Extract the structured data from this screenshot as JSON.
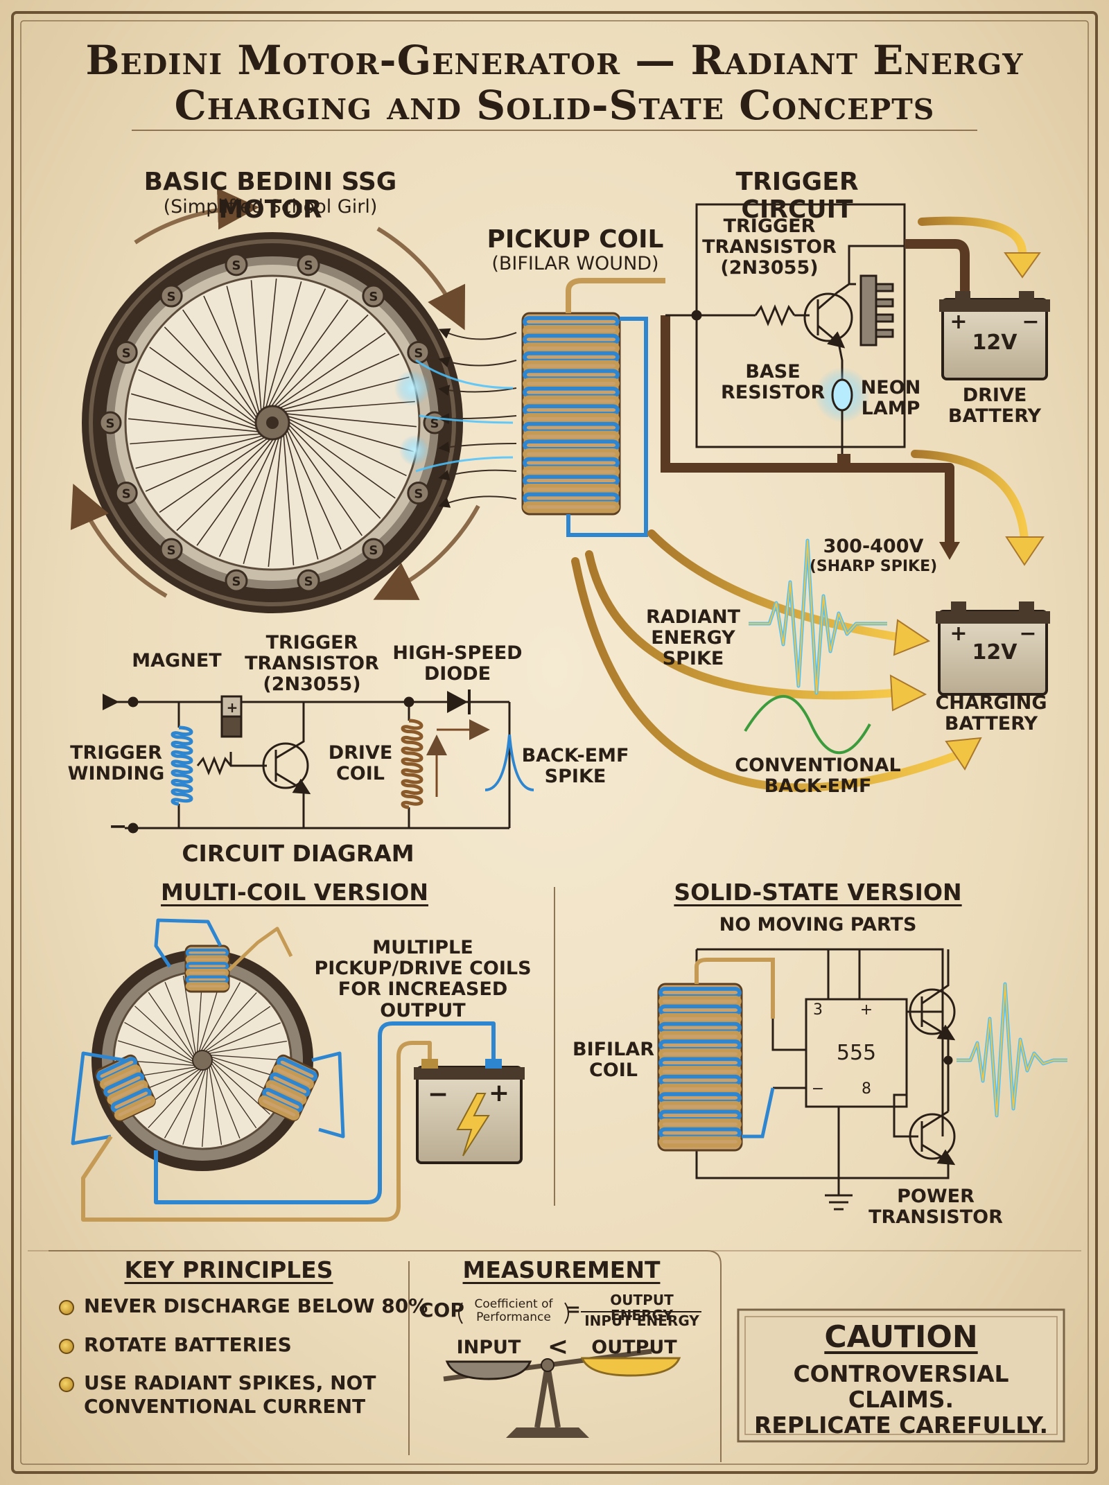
{
  "title": {
    "line1": "Bedini Motor-Generator — Radiant Energy",
    "line2": "Charging and Solid-State Concepts"
  },
  "ssg_motor": {
    "heading": "BASIC BEDINI SSG MOTOR",
    "subheading": "(Simplified School Girl)",
    "magnet_letter": "S"
  },
  "pickup_coil": {
    "label": "PICKUP COIL",
    "sublabel": "(BIFILAR WOUND)"
  },
  "trigger_circuit": {
    "heading": "TRIGGER CIRCUIT",
    "transistor_label": "TRIGGER\nTRANSISTOR\n(2N3055)",
    "resistor_label": "BASE\nRESISTOR",
    "lamp_label": "NEON\nLAMP",
    "drive_battery": {
      "voltage": "12V",
      "label": "DRIVE\nBATTERY"
    }
  },
  "charging": {
    "spike_voltage": "300-400V",
    "spike_note": "(SHARP SPIKE)",
    "radiant_label": "RADIANT\nENERGY\nSPIKE",
    "conventional_label": "CONVENTIONAL\nBACK-EMF",
    "battery": {
      "voltage": "12V",
      "label": "CHARGING\nBATTERY"
    }
  },
  "circuit_diagram": {
    "caption": "CIRCUIT DIAGRAM",
    "magnet_label": "MAGNET",
    "transistor_label": "TRIGGER\nTRANSISTOR\n(2N3055)",
    "diode_label": "HIGH-SPEED\nDIODE",
    "trigger_winding_label": "TRIGGER\nWINDING",
    "drive_coil_label": "DRIVE\nCOIL",
    "back_emf_label": "BACK-EMF\nSPIKE",
    "plus": "+",
    "minus": "−"
  },
  "multi_coil": {
    "heading": "MULTI-COIL VERSION",
    "note": "MULTIPLE\nPICKUP/DRIVE COILS\nFOR INCREASED OUTPUT"
  },
  "solid_state": {
    "heading": "SOLID-STATE VERSION",
    "subheading": "NO MOVING PARTS",
    "coil_label": "BIFILAR\nCOIL",
    "chip_label": "555",
    "pin3": "3",
    "pin8": "8",
    "pin_plus": "+",
    "pin_minus": "−",
    "transistor_label": "POWER\nTRANSISTOR"
  },
  "key_principles": {
    "heading": "KEY PRINCIPLES",
    "items": [
      "NEVER DISCHARGE BELOW 80%",
      "ROTATE BATTERIES",
      "USE RADIANT SPIKES, NOT\nCONVENTIONAL CURRENT"
    ]
  },
  "measurement": {
    "heading": "MEASUREMENT",
    "cop": "COP",
    "cop_expansion": "Coefficient of\nPerformance",
    "equals": "=",
    "numerator": "OUTPUT ENERGY",
    "denominator": "INPUT ENERGY",
    "input_label": "INPUT",
    "comparator": "<",
    "output_label": "OUTPUT"
  },
  "caution": {
    "heading": "CAUTION",
    "body": "CONTROVERSIAL CLAIMS.\nREPLICATE CAREFULLY."
  }
}
